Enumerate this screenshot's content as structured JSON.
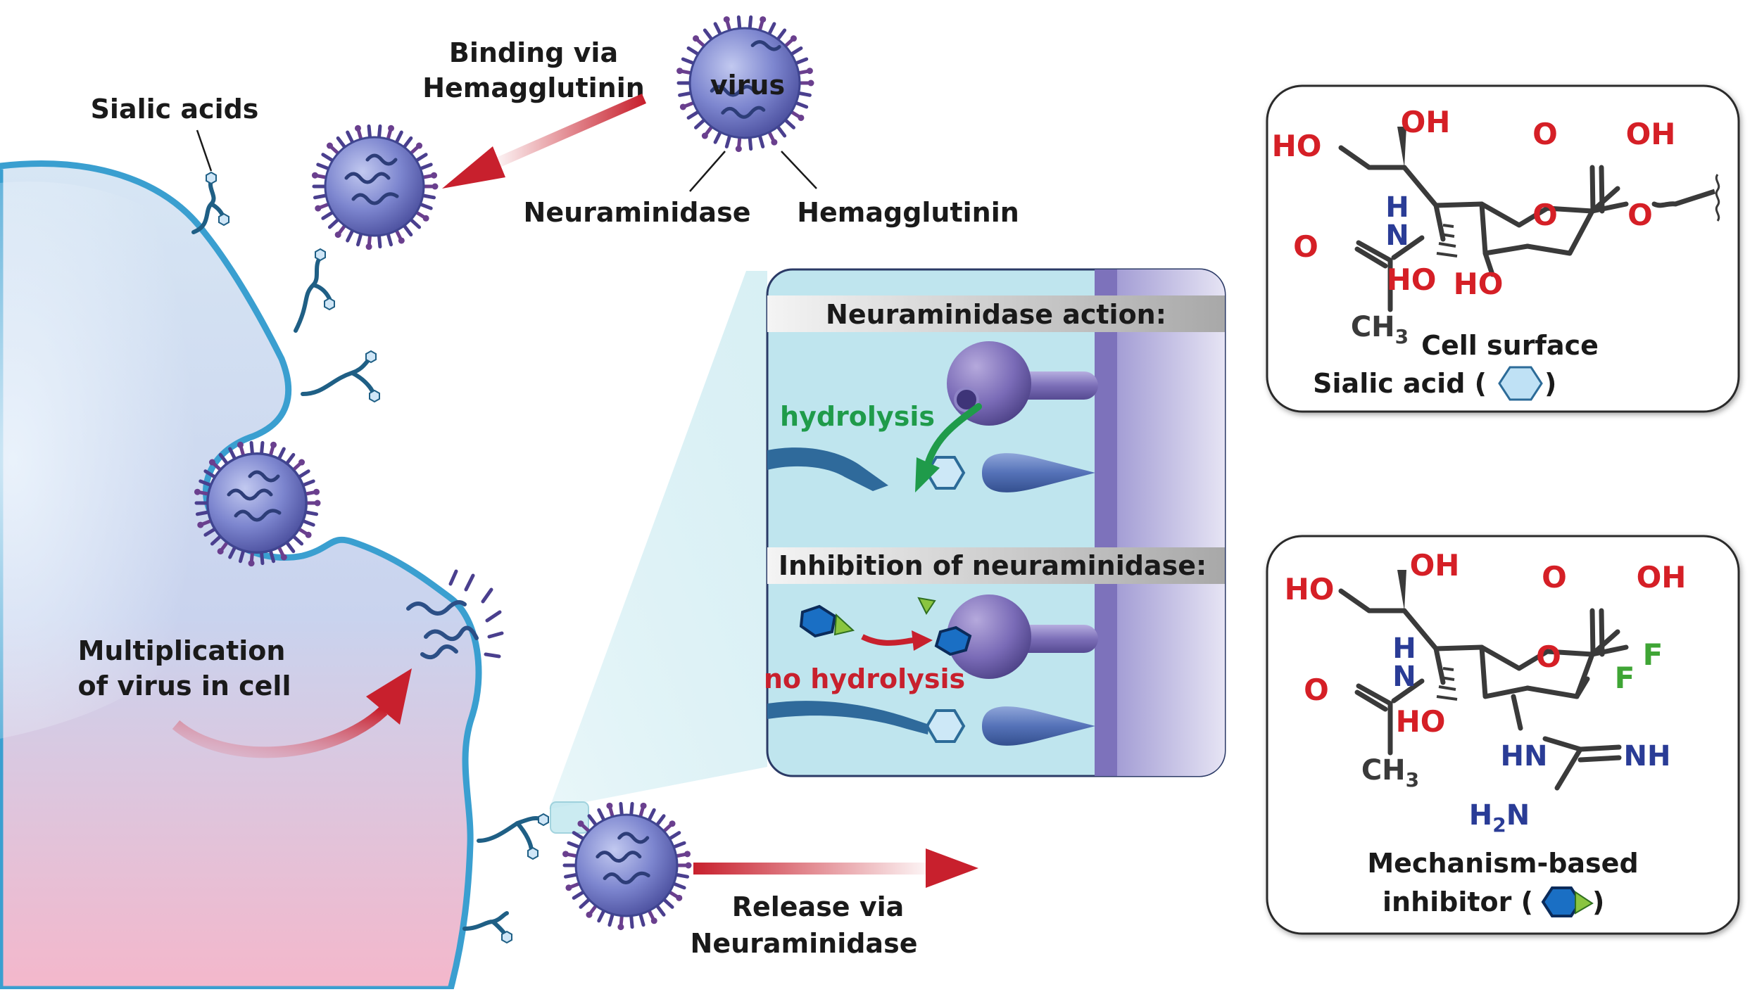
{
  "labels": {
    "sialic_acids": "Sialic acids",
    "binding_line1": "Binding via",
    "binding_line2": "Hemagglutinin",
    "virus": "virus",
    "neuraminidase": "Neuraminidase",
    "hemagglutinin": "Hemagglutinin",
    "multiplication_line1": "Multiplication",
    "multiplication_line2": "of virus in cell",
    "release_line1": "Release via",
    "release_line2": "Neuraminidase"
  },
  "inset": {
    "header_action": "Neuraminidase action:",
    "hydrolysis": "hydrolysis",
    "header_inhibition": "Inhibition of neuraminidase:",
    "no_hydrolysis": "no hydrolysis"
  },
  "sialic_box": {
    "caption_line1": "Cell surface",
    "caption_line2": "Sialic acid (",
    "caption_close": ")",
    "atoms": {
      "oh_top": "OH",
      "ho_left": "HO",
      "o_carbonyl": "O",
      "oh_acid": "OH",
      "h": "H",
      "n": "N",
      "o_ring": "O",
      "o_link": "O",
      "o_amide": "O",
      "ho_bottom": "HO",
      "ho_bottom2": "HO",
      "ch": "CH",
      "sub3": "3"
    }
  },
  "inhibitor_box": {
    "caption_line1": "Mechanism-based",
    "caption_line2": "inhibitor (",
    "caption_close": ")",
    "atoms": {
      "oh_top": "OH",
      "ho_left": "HO",
      "o_carbonyl": "O",
      "oh_acid": "OH",
      "h": "H",
      "n": "N",
      "o_ring": "O",
      "f1": "F",
      "f2": "F",
      "o_amide": "O",
      "ho_bottom": "HO",
      "hn": "HN",
      "nh": "NH",
      "h2n_h": "H",
      "h2n_2": "2",
      "h2n_n": "N",
      "ch": "CH",
      "sub3": "3"
    }
  },
  "colors": {
    "cell_top": "#cfe2f3",
    "cell_bottom": "#f3b8cc",
    "membrane": "#3a9fd0",
    "virus": "#6f77c4",
    "spike": "#4a3f8e",
    "arrow_red": "#c8202d",
    "hydrolysis_green": "#1f9b4a",
    "atom_red": "#d51f26",
    "atom_blue": "#2a3c96",
    "atom_green": "#3fa535"
  }
}
